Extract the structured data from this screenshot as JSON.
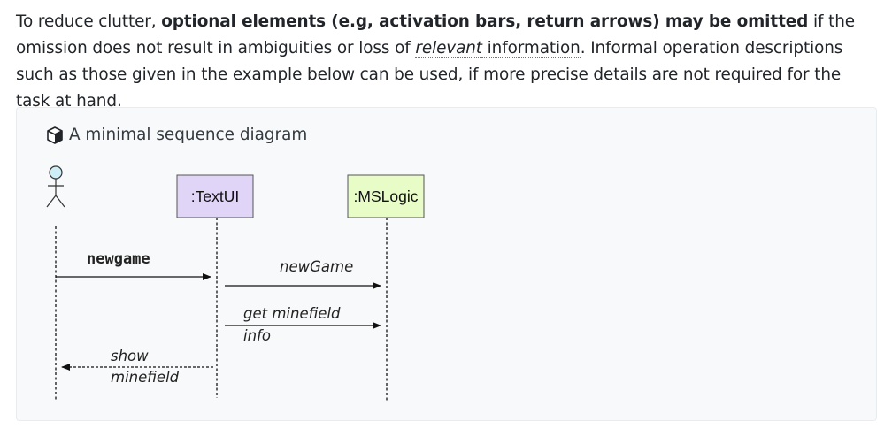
{
  "paragraph": {
    "part1": "To reduce clutter, ",
    "bold": "optional elements (e.g, activation bars, return arrows) may be omitted",
    "part2": " if the omission does not result in ambiguities or loss of ",
    "term_italic": "relevant",
    "term_rest": " information",
    "part3": ". Informal operation descriptions such as those given in the example below can be used, if more precise details are not required for the task at hand."
  },
  "example": {
    "icon": "cube-icon",
    "title": "A minimal sequence diagram"
  },
  "diagram": {
    "participants": [
      {
        "label": ":TextUI",
        "color": "#e1d5f7"
      },
      {
        "label": ":MSLogic",
        "color": "#e8fcc8"
      }
    ],
    "messages": {
      "newgame": "newgame",
      "newGame": "newGame",
      "get_line1": "get minefield",
      "get_line2": "info",
      "show_line1": "show",
      "show_line2": "minefield"
    }
  }
}
